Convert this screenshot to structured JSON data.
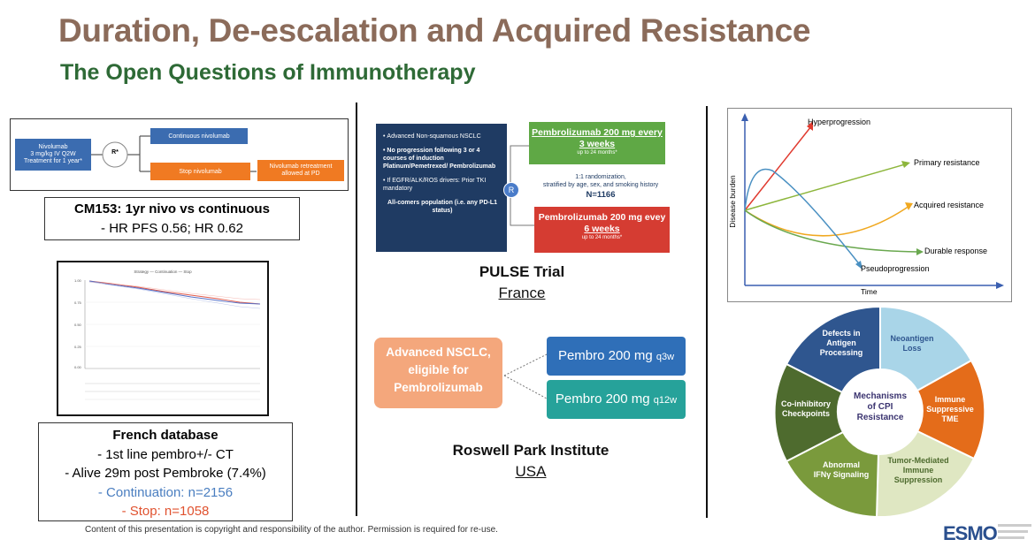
{
  "header": {
    "title": "Duration, De-escalation and Acquired Resistance",
    "subtitle": "The Open Questions of Immunotherapy"
  },
  "cm153": {
    "flow": {
      "arm_box": [
        "Nivolumab",
        "3 mg/kg IV Q2W",
        "Treatment for 1 year*"
      ],
      "rand": "R*",
      "continuous": "Continuous nivolumab",
      "stop": "Stop nivolumab",
      "retreat": [
        "Nivolumab retreatment",
        "allowed at PD"
      ]
    },
    "caption_title": "CM153: 1yr nivo vs continuous",
    "caption_line": "- HR PFS 0.56; HR 0.62"
  },
  "km": {
    "legend": "Strategy — Continuation — Stop",
    "y_ticks": [
      "1.00",
      "0.75",
      "0.50",
      "0.25",
      "0.00"
    ]
  },
  "french": {
    "title": "French database",
    "line1": "- 1st line pembro+/- CT",
    "line2": "- Alive 29m post Pembroke (7.4%)",
    "line3": "- Continuation: n=2156",
    "line4": "- Stop: n=1058"
  },
  "pulse": {
    "bullets": [
      "Advanced Non-squamous NSCLC",
      "No progression following 3 or 4 courses of induction Platinum/Pemetrexed/ Pembrolizumab",
      "If EGFR/ALK/ROS drivers: Prior TKI mandatory"
    ],
    "population": "All-comers population (i.e. any PD-L1 status)",
    "rand": "R",
    "arm1_a": "Pembrolizumab 200 mg every",
    "arm1_b": "3 weeks",
    "arm1_sub": "up to 24 months*",
    "mid1": "1:1 randomization,",
    "mid2": "stratified by age, sex, and smoking history",
    "mid_n": "N=1166",
    "arm2_a": "Pembrolizumab 200 mg evey",
    "arm2_b": "6 weeks",
    "arm2_sub": "up to 24 months*",
    "name": "PULSE Trial",
    "country": "France"
  },
  "roswell": {
    "left": [
      "Advanced NSCLC,",
      "eligible for",
      "Pembrolizumab"
    ],
    "top_main": "Pembro 200 mg",
    "top_small": "q3w",
    "bot_main": "Pembro 200 mg",
    "bot_small": "q12w",
    "name": "Roswell Park Institute",
    "country": "USA"
  },
  "resistance_chart": {
    "ylabel": "Disease burden",
    "xlabel": "Time",
    "labels": [
      "Hyperprogression",
      "Primary resistance",
      "Acquired resistance",
      "Durable response",
      "Pseudoprogression"
    ],
    "colors": [
      "#e03a2f",
      "#8db63c",
      "#f0a820",
      "#6aa84f",
      "#4a90c2"
    ]
  },
  "mechanisms": {
    "center": [
      "Mechanisms",
      "of CPI",
      "Resistance"
    ],
    "segments": [
      {
        "lines": [
          "Defects in",
          "Antigen",
          "Processing"
        ],
        "color": "#2f568f"
      },
      {
        "lines": [
          "Neoantigen",
          "Loss"
        ],
        "color": "#a9d5e8"
      },
      {
        "lines": [
          "Immune",
          "Suppressive",
          "TME"
        ],
        "color": "#e46c1a"
      },
      {
        "lines": [
          "Tumor-Mediated",
          "Immune",
          "Suppression"
        ],
        "color": "#dfe7c2"
      },
      {
        "lines": [
          "Abnormal",
          "IFNγ Signaling"
        ],
        "color": "#7a9a3c"
      },
      {
        "lines": [
          "Co-inhibitory",
          "Checkpoints"
        ],
        "color": "#4e6b2e"
      }
    ]
  },
  "footer": {
    "copyright": "Content of this presentation is copyright and responsibility of the author. Permission is required for re-use.",
    "logo": "ESMO"
  }
}
